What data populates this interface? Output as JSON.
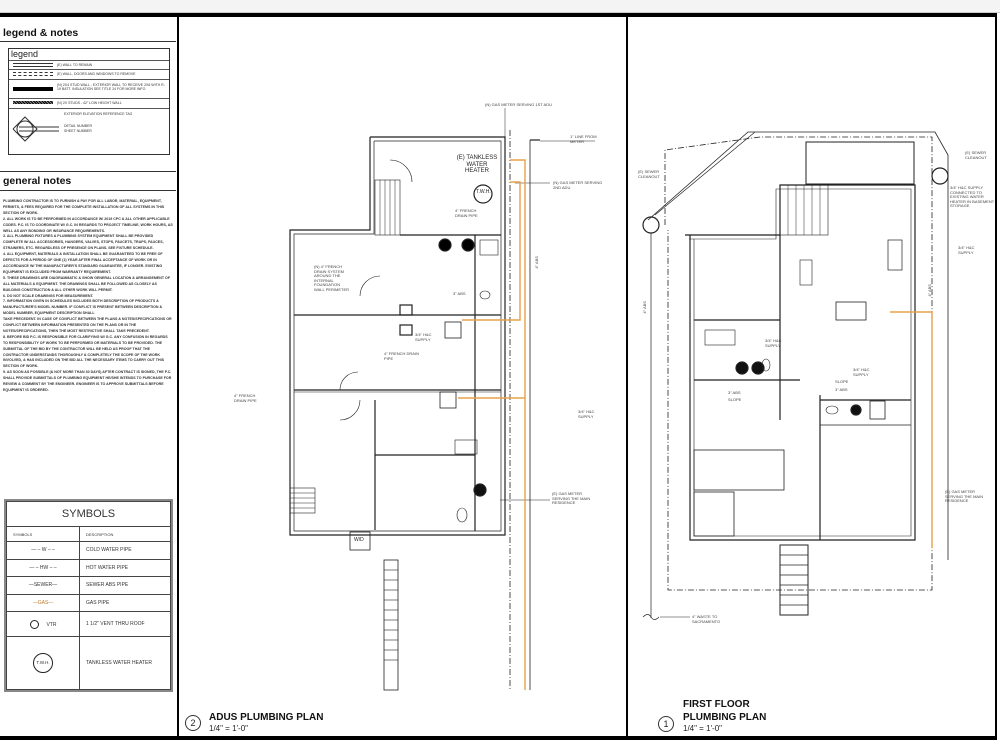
{
  "left_panel": {
    "heading": "legend & notes",
    "legend": {
      "title": "legend",
      "items": [
        "(E) WALL TO REMAIN",
        "(E) WALL, DOORS AND WINDOWS TO REMOVE",
        "(N) 2X4 STUD WALL - EXTERIOR WALL TO RECEIVE 2X6 WITH R-19 BATT. INSULATION SEE TITLE 24 FOR MORE INFO",
        "(N) 2X STUDS - 42\" LOW HEIGHT WALL",
        "EXTERIOR ELEVATION REFERENCE TAG",
        "DETAIL NUMBER",
        "SHEET NUMBER"
      ]
    },
    "general_notes_heading": "general notes",
    "general_notes": [
      "Plumbing contractor is to furnish & pay for all labor, material, equipment, permits, & fees required for the complete installation of all systems in this section of work.",
      "2. All work is to be performed in accordance w/ 2019 CPC & all other applicable codes. P.C. is to coordinate w/ G.C. in regards to project timeline, work hours, as well as any bonding or insurance requirements.",
      "3. All plumbing fixtures & plumbing system equipment shall be provided complete w/ all accessories, hangers, valves, stops, faucets, traps, fauces, strainers, etc. regardless of presence on plans. See fixture schedule.",
      "4. All equipment, materials & installation shall be guaranteed to be free of defects for a period of one (1) year after final acceptance of work or in accordance w/ the manufacturer's standard guarantee, if longer. Existing equipment is excluded from warranty requirement.",
      "5. These drawings are diagrammatic & show general location & arrangement of all materials & equipment. The drawings shall be followed as closely as building construction & all other work will permit.",
      "6. Do not scale drawings for measurement.",
      "7. Information given in schedules includes both description of products & manufacturer's model number. If conflict is present between description & model number, equipment description shall",
      "take precedent. In case of conflict between the plans & notes/specifications or conflict between information presented on the plans or in the notes/specifications, then the most restrictive shall take precedent.",
      "8. Before bid P.C. is responsible for clarifying w/ G.C. any confusion in regards to responsibility of work to be performed or materials to be provided. The submittal of the bid by the contractor will be held as proof that the contractor understands thoroughly & completely the scope of the work involved, & has included on the bid all the necessary items to carry out this section of work.",
      "9. As soon as possible (& not more than 30 days) after contract is signed, the P.C. shall provide submittals of plumbing equipment he/she intends to purchase for review & comment by the engineer. Engineer is to approve submittals before equipment is ordered."
    ],
    "symbols": {
      "title": "SYMBOLS",
      "col_symbols": "SYMBOLS",
      "col_description": "DESCRIPTION",
      "rows": [
        {
          "symbol": "— – W – –",
          "description": "COLD WATER PIPE"
        },
        {
          "symbol": "— – HW – –",
          "description": "HOT WATER PIPE"
        },
        {
          "symbol": "—SEWER—",
          "description": "SEWER ABS PIPE"
        },
        {
          "symbol": "—GAS—",
          "description": "GAS PIPE"
        },
        {
          "symbol": "VTR",
          "description": "1 1/2\" VENT THRU ROOF"
        },
        {
          "symbol": "T.W.H.",
          "description": "TANKLESS WATER HEATER"
        }
      ]
    }
  },
  "adus_plan": {
    "number": "2",
    "title": "ADUS PLUMBING PLAN",
    "scale": "1/4\" = 1'-0\"",
    "labels": {
      "gas_meter_1st": "(N) GAS METER SERVING 1ST ADU",
      "line_from_meter": "1\" LINE FROM METER",
      "tankless": "(E) TANKLESS WATER HEATER",
      "twh": "T.W.H.",
      "gas_meter_2nd": "(N) GAS METER SERVING 2ND ADU",
      "french_drain_1": "4\" FRENCH DRAIN PIPE",
      "french_drain_system": "(N) 4\" FRENCH DRAIN SYSTEM AROUND THE INTERNAL FOUNDATION WALL PERIMETER",
      "abs_3": "3\" ABS",
      "hc_supply_1": "3/4\" H&C SUPPLY",
      "french_drain_2": "4\" FRENCH DRAIN PIPE",
      "french_drain_3": "4\" FRENCH DRAIN PIPE",
      "hc_supply_2": "3/4\" H&C SUPPLY",
      "gas_meter_main": "(E) GAS METER SERVING THE MAIN RESIDENCE",
      "abs_4": "4\" ABS",
      "wd": "W/D"
    }
  },
  "first_floor_plan": {
    "number": "1",
    "title_line1": "FIRST FLOOR",
    "title_line2": "PLUMBING PLAN",
    "scale": "1/4\" = 1'-0\"",
    "labels": {
      "sewer_cleanout_left": "(E) SEWER CLEANOUT",
      "sewer_cleanout_right": "(E) SEWER CLEANOUT",
      "hc_supply_connected": "3/4\" H&C SUPPLY CONNECTED TO EXISTING WATER HEATER IN BASEMENT STORAGE",
      "hc_supply_a": "3/4\" H&C SUPPLY",
      "hc_supply_b": "3/4\" H&C SUPPLY",
      "hc_supply_c": "3/4\" H&C SUPPLY",
      "abs_4_left": "4\" ABS",
      "abs_4_right": "4\" ABS",
      "abs_3_a": "3\" ABS",
      "abs_3_b": "3\" ABS",
      "slope_a": "SLOPE",
      "slope_b": "SLOPE",
      "gas_meter_main": "(E) GAS METER SERVING THE MAIN RESIDENCE",
      "waste": "4\" WASTE TO SACRAMENTO"
    }
  },
  "colors": {
    "gas_pipe": "#e8a04a",
    "lines": "#222222"
  }
}
